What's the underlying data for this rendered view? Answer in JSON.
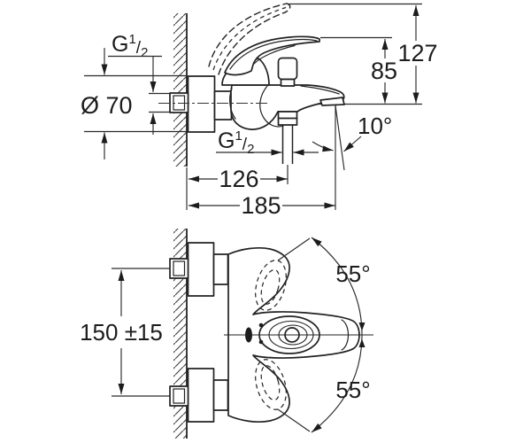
{
  "drawing": {
    "side_view": {
      "thread_top": {
        "letter": "G",
        "numerator": "1",
        "slash": "/",
        "denominator": "2"
      },
      "rosette_diameter": "Ø 70",
      "spout_height": "85",
      "overall_height": "127",
      "spout_angle": "10°",
      "thread_spout": {
        "letter": "G",
        "numerator": "1",
        "slash": "/",
        "denominator": "2"
      },
      "wall_to_shower_outlet": "126",
      "wall_to_spout_tip": "185"
    },
    "front_view": {
      "connection_spacing": "150 ±15",
      "handle_swing_up": "55°",
      "handle_swing_down": "55°"
    },
    "colors": {
      "line_color": "#222222",
      "background": "#ffffff"
    }
  }
}
